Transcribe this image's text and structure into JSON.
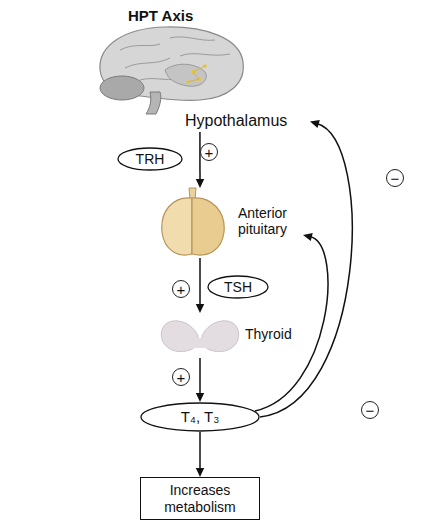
{
  "diagram": {
    "title": "HPT Axis",
    "nodes": [
      {
        "text": [
          "Hypothalamus"
        ]
      },
      {
        "text": [
          "TRH"
        ]
      },
      {
        "text": [
          "Anterior pituitary"
        ]
      },
      {
        "text": [
          "TSH"
        ]
      },
      {
        "text": [
          "Thyroid"
        ]
      },
      {
        "text": [
          "T₄, T₃"
        ]
      },
      {
        "text": [
          "Increases metabolism"
        ]
      }
    ],
    "edges": [
      {
        "from": 0,
        "to": 2,
        "arrow": "to",
        "label": "+"
      },
      {
        "from": 2,
        "to": 4,
        "arrow": "to",
        "label": "+"
      },
      {
        "from": 4,
        "to": 5,
        "arrow": "to",
        "label": "+"
      },
      {
        "from": 5,
        "to": 6,
        "arrow": "to"
      },
      {
        "from": 5,
        "to": 0,
        "arrow": "to",
        "label": "−"
      },
      {
        "from": 5,
        "to": 2,
        "arrow": "to",
        "label": "−"
      }
    ]
  }
}
